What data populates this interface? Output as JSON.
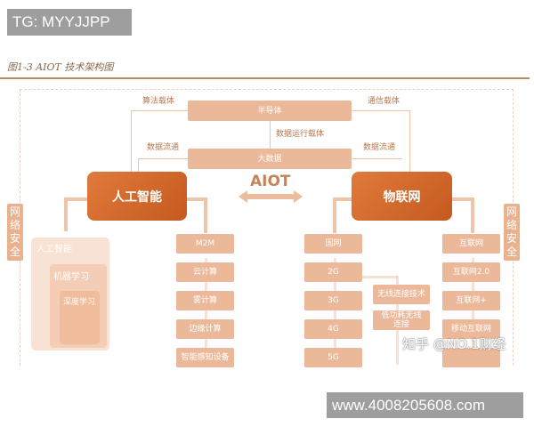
{
  "watermark_top": "TG: MYYJJPP",
  "watermark_bottom": "www.4008205608.com",
  "watermark_zhihu": "知乎 @NO.1财经",
  "figure_title": "图1-3 AIOT 技术架构图",
  "top": {
    "semiconductor": "半导体",
    "algo_carrier": "算法载体",
    "comm_carrier": "通信载体",
    "data_run_carrier": "数据运行载体",
    "bigdata": "大数据",
    "flow_left": "数据流通",
    "flow_right": "数据流通"
  },
  "center": {
    "ai": "人工智能",
    "iot": "物联网",
    "aiot": "AIOT"
  },
  "security": {
    "left": "网络安全",
    "right": "网络安全"
  },
  "ai_nested": {
    "outer": "人工智能",
    "middle": "机器学习",
    "inner": "深度学习"
  },
  "col_ai": [
    "M2M",
    "云计算",
    "雾计算",
    "边缘计算",
    "智能感知设备"
  ],
  "col_net": [
    "固网",
    "2G",
    "3G",
    "4G",
    "5G"
  ],
  "col_wireless": [
    "无线连接技术",
    "低功耗无线连接"
  ],
  "col_internet": [
    "互联网",
    "互联网2.0",
    "互联网+",
    "移动互联网"
  ]
}
